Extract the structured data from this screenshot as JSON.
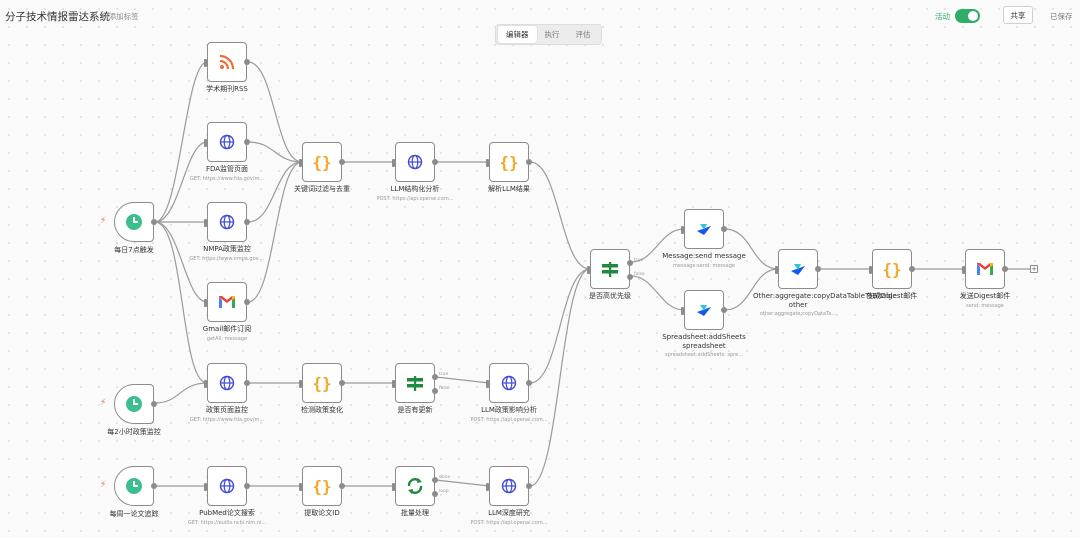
{
  "header": {
    "title": "分子技术情报雷达系统",
    "add_tag": "+ 添加标签",
    "tabs": [
      "编辑器",
      "执行",
      "评估"
    ],
    "active_label": "活动",
    "share": "共享",
    "saved": "已保存"
  },
  "colors": {
    "accent": "#2fae69",
    "clock": "#3bbf8f",
    "braces": "#f4a622",
    "rss": "#ee6e3a",
    "globe": "#3f4bd6",
    "edge": "#9a9a9a"
  },
  "nodes": {
    "trigger_daily": {
      "label": "每日7点触发",
      "icon": "clock-icon"
    },
    "trigger_2h": {
      "label": "每2小时政策监控",
      "icon": "clock-icon"
    },
    "trigger_weekly": {
      "label": "每周一论文追踪",
      "icon": "clock-icon"
    },
    "rss": {
      "label": "学术期刊RSS",
      "icon": "rss-icon"
    },
    "fda": {
      "label": "FDA监管页面",
      "sub": "GET: https://www.fda.gov/m...",
      "icon": "globe-icon"
    },
    "nmpa": {
      "label": "NMPA政策监控",
      "sub": "GET: https://www.nmpa.gov....",
      "icon": "globe-icon"
    },
    "gmail_sub": {
      "label": "Gmail邮件订阅",
      "sub": "getAll: message",
      "icon": "gmail-icon"
    },
    "keyword_filter": {
      "label": "关键词过滤与去重",
      "icon": "braces-icon"
    },
    "llm_struct": {
      "label": "LLM结构化分析",
      "sub": "POST: https://api.openai.com...",
      "icon": "globe-icon"
    },
    "parse_llm": {
      "label": "解析LLM结果",
      "icon": "braces-icon"
    },
    "is_priority": {
      "label": "是否高优先级",
      "icon": "if-icon",
      "true_label": "true",
      "false_label": "false"
    },
    "message_send": {
      "label": "Message:send message",
      "sub": "message:send: message",
      "icon": "lark-icon"
    },
    "spreadsheet": {
      "label": "Spreadsheet:addSheets spreadsheet",
      "sub": "spreadsheet:addSheets: spre...",
      "icon": "lark-icon"
    },
    "other_aggregate": {
      "label": "Other:aggregate:copyDataTableToBitable other",
      "sub": "other:aggregate:copyDataTa...",
      "icon": "lark-icon"
    },
    "gen_digest": {
      "label": "生成Digest邮件",
      "icon": "braces-icon"
    },
    "send_digest": {
      "label": "发送Digest邮件",
      "sub": "send: message",
      "icon": "gmail-icon"
    },
    "policy_page": {
      "label": "政策页面监控",
      "sub": "GET: https://www.fda.gov/m...",
      "icon": "globe-icon"
    },
    "detect_change": {
      "label": "检测政策变化",
      "icon": "braces-icon"
    },
    "has_update": {
      "label": "是否有更新",
      "icon": "if-icon",
      "true_label": "true",
      "false_label": "false"
    },
    "llm_policy": {
      "label": "LLM政策影响分析",
      "sub": "POST: https://api.openai.com...",
      "icon": "globe-icon"
    },
    "pubmed": {
      "label": "PubMed论文搜索",
      "sub": "GET: https://eutils.ncbi.nlm.ni...",
      "icon": "globe-icon"
    },
    "extract_id": {
      "label": "提取论文ID",
      "icon": "braces-icon"
    },
    "batch": {
      "label": "批量处理",
      "icon": "loop-icon",
      "done_label": "done",
      "loop_label": "loop"
    },
    "llm_deep": {
      "label": "LLM深度研究",
      "sub": "POST: https://api.openai.com...",
      "icon": "globe-icon"
    }
  },
  "end_plus": "+"
}
